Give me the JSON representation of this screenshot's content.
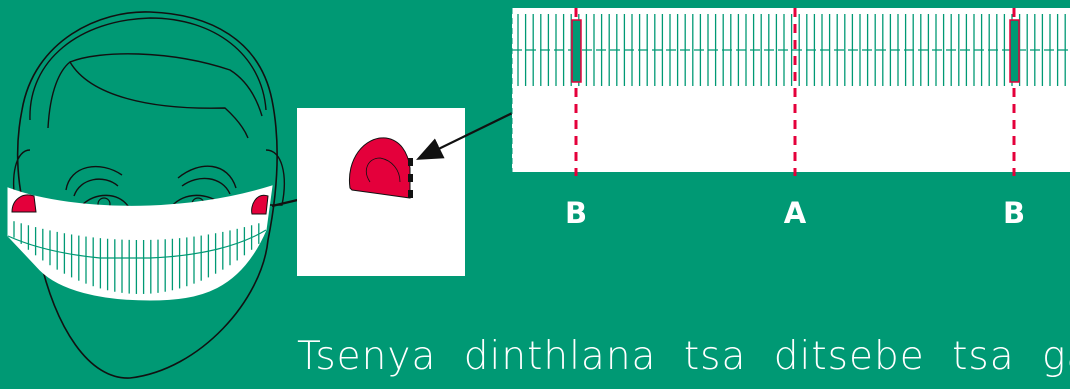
{
  "labels": {
    "marker_left": "B",
    "marker_center": "A",
    "marker_right": "B"
  },
  "caption": "Tsenya dinthlana tsa ditsebe tsa gag",
  "colors": {
    "background": "#009974",
    "mask": "#ffffff",
    "pleat_lines": "#009974",
    "ear_tab": "#e4003b",
    "fold_marker": "#e4003b",
    "arrow": "#111111",
    "outline": "#111111"
  },
  "icons": [
    "head-with-mask-illustration",
    "ear-tab-closeup",
    "mask-strip-unfolded",
    "arrow-icon"
  ]
}
